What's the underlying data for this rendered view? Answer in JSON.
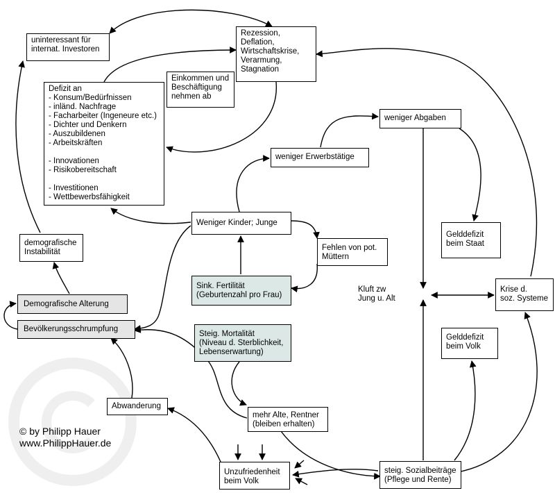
{
  "nodes": {
    "uninteressant": "uninteressant für\ninternat. Investoren",
    "rezession": "Rezession,\nDeflation,\nWirtschaftskrise,\nVerarmung,\nStagnation",
    "einkommen": "Einkommen und\nBeschäftigung\nnehmen ab",
    "defizit": "Defizit an\n- Konsum/Bedürfnissen\n- inländ. Nachfrage\n- Facharbeiter (Ingeneure etc.)\n- Dichter und Denkern\n- Auszubildenen\n- Arbeitskräften\n\n- Innovationen\n- Risikobereitschaft\n\n- Investitionen\n- Wettbewerbsfähigkeit",
    "weniger_abgaben": "weniger Abgaben",
    "weniger_erwerbstaetige": "weniger Erwerbstätige",
    "geldefizit_staat": "Gelddefizit\nbeim Staat",
    "weniger_kinder": "Weniger Kinder; Junge",
    "fehlen_muettern": "Fehlen von pot.\nMüttern",
    "demografische_instabilitaet": "demografische\nInstabilität",
    "sink_fertilitaet": "Sink. Fertilität\n(Geburtenzahl pro Frau)",
    "kluft": "Kluft zw\nJung u. Alt",
    "krise": "Krise d.\nsoz. Systeme",
    "demografische_alterung": "Demografische Alterung",
    "bevoelkerungsschrumpfung": "Bevölkerungsschrumpfung",
    "steig_mortalitaet": "Steig. Mortalität\n(Niveau d. Sterblichkeit,\nLebenserwartung)",
    "geldefizit_volk": "Gelddefizit\nbeim Volk",
    "abwanderung": "Abwanderung",
    "mehr_alte": "mehr Alte, Rentner\n(bleiben erhalten)",
    "unzufriedenheit": "Unzufriedenheit\nbeim Volk",
    "sozialbeitraege": "steig. Sozialbeiträge\n(Pflege und Rente)"
  },
  "copyright": "© by Philipp Hauer\nwww.PhilippHauer.de",
  "colors": {
    "grey_box": "#e5e5e5",
    "teal_box": "#dce8e6",
    "line": "#000000"
  }
}
